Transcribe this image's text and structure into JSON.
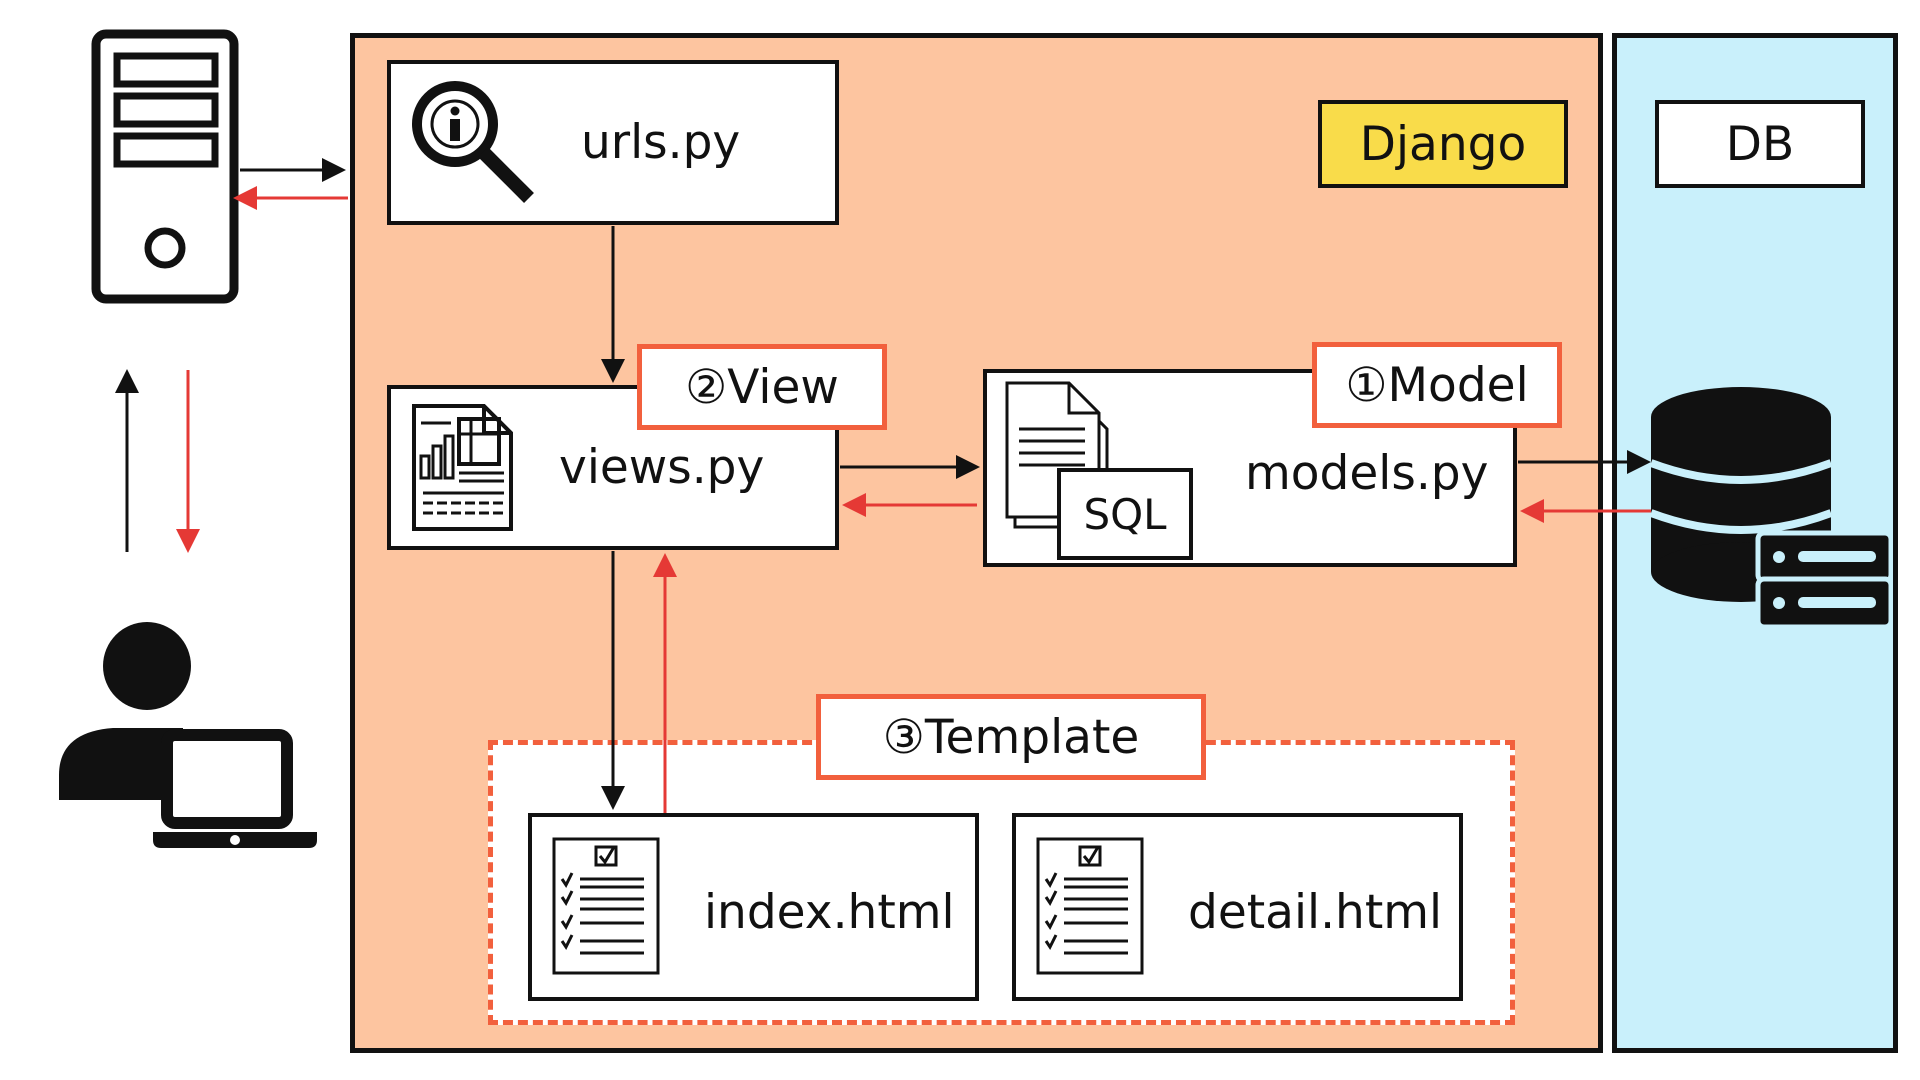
{
  "django": {
    "title": "Django"
  },
  "db": {
    "title": "DB"
  },
  "files": {
    "urls": "urls.py",
    "views": "views.py",
    "models": "models.py",
    "sql": "SQL",
    "index": "index.html",
    "detail": "detail.html"
  },
  "tags": {
    "model": "①Model",
    "view": "②View",
    "template": "③Template"
  },
  "icons": [
    "server-icon",
    "user-laptop-icon",
    "search-info-icon",
    "report-icon",
    "documents-icon",
    "database-icon",
    "checklist-icon"
  ],
  "colors": {
    "django_bg": "#fdc5a0",
    "db_bg": "#c9f0fb",
    "django_tag": "#f9dc4a",
    "accent": "#f2603d",
    "return_arrow": "#e53935"
  }
}
